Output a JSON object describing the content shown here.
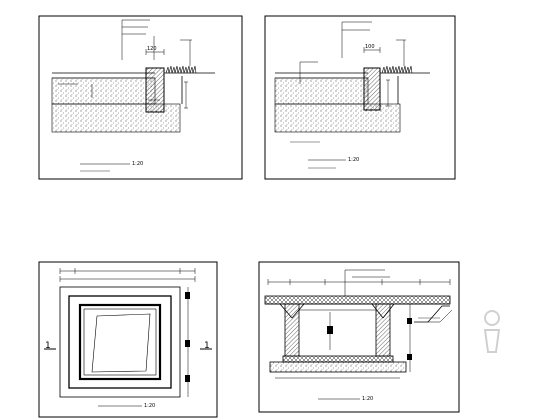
{
  "drawing": {
    "detail_1": {
      "dim": "120",
      "scale": "1:20"
    },
    "detail_2": {
      "dim": "100",
      "scale": "1:20"
    },
    "plan": {
      "section_left": "1",
      "section_right": "1",
      "scale": "1:20"
    },
    "section": {
      "scale": "1:20"
    }
  },
  "colors": {
    "line": "#000000",
    "background": "#ffffff",
    "hatch": "#000000"
  }
}
